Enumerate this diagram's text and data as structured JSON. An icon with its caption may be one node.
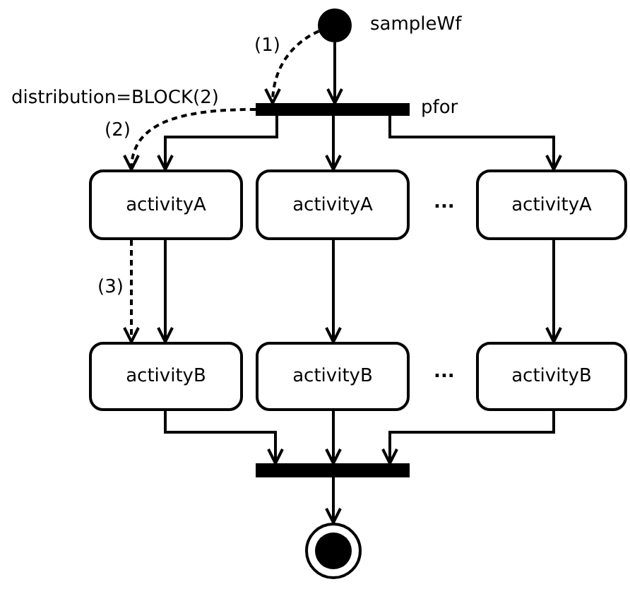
{
  "diagram": {
    "nodes": [
      {
        "text": [],
        "shape": "circle",
        "beside": [
          "sampleWf"
        ]
      },
      {
        "text": [],
        "shape": "bar",
        "beside": [
          "distribution=BLOCK(2)",
          "pfor"
        ]
      },
      {
        "text": [
          "activityA"
        ]
      },
      {
        "text": [
          "activityA"
        ]
      },
      {
        "text": [
          "activityA"
        ]
      },
      {
        "text": [
          "activityB"
        ]
      },
      {
        "text": [
          "activityB"
        ]
      },
      {
        "text": [
          "activityB"
        ]
      },
      {
        "text": [],
        "shape": "bar"
      },
      {
        "text": [],
        "shape": "circle"
      }
    ],
    "edges": [
      {
        "from": 0,
        "to": 1,
        "arrow": "to"
      },
      {
        "from": 0,
        "to": 1,
        "arrow": "to",
        "style": "dashed",
        "label": "(1)"
      },
      {
        "from": 1,
        "to": 2,
        "arrow": "to",
        "style": "dashed",
        "label": "(2)"
      },
      {
        "from": 1,
        "to": 2,
        "arrow": "to"
      },
      {
        "from": 1,
        "to": 3,
        "arrow": "to"
      },
      {
        "from": 1,
        "to": 4,
        "arrow": "to"
      },
      {
        "from": 2,
        "to": 5,
        "arrow": "to"
      },
      {
        "from": 3,
        "to": 6,
        "arrow": "to"
      },
      {
        "from": 4,
        "to": 7,
        "arrow": "to"
      },
      {
        "from": 2,
        "to": 5,
        "arrow": "to",
        "style": "dashed",
        "label": "(3)"
      },
      {
        "from": 5,
        "to": 8,
        "arrow": "to"
      },
      {
        "from": 6,
        "to": 8,
        "arrow": "to"
      },
      {
        "from": 7,
        "to": 8,
        "arrow": "to"
      },
      {
        "from": 8,
        "to": 9,
        "arrow": "to"
      }
    ],
    "labels": [
      "...",
      "..."
    ]
  }
}
